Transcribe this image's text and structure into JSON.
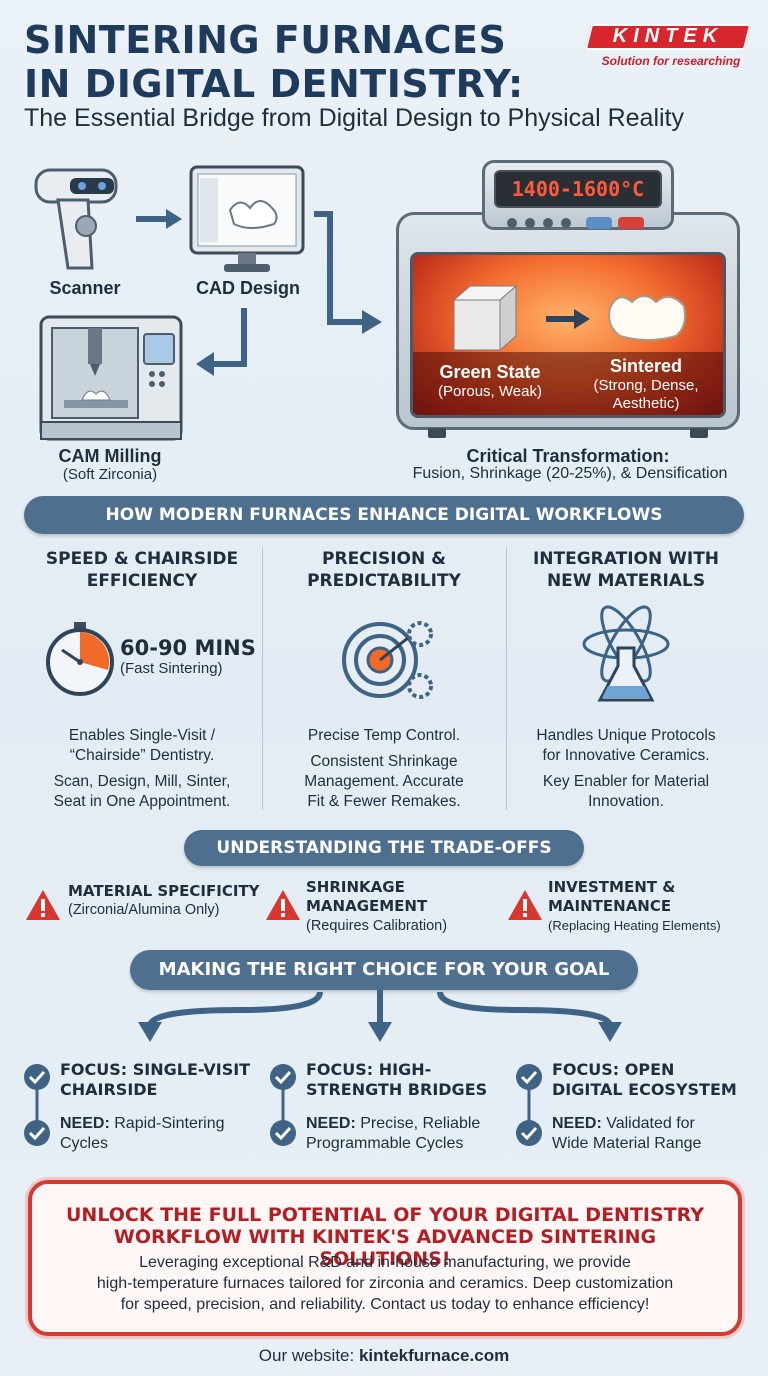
{
  "header": {
    "title_line1": "SINTERING FURNACES",
    "title_line2": "IN DIGITAL DENTISTRY:",
    "subtitle": "The Essential Bridge from Digital Design to Physical Reality",
    "logo": "KINTEK",
    "logo_tagline": "Solution for researching"
  },
  "workflow": {
    "scanner": "Scanner",
    "cad": "CAD Design",
    "cam": "CAM Milling",
    "cam_sub": "(Soft Zirconia)",
    "furnace_display": "1400-1600°C",
    "green_state": "Green State",
    "green_state_sub": "(Porous, Weak)",
    "sintered": "Sintered",
    "sintered_sub_1": "(Strong, Dense,",
    "sintered_sub_2": "Aesthetic)",
    "transform_title": "Critical Transformation:",
    "transform_text": "Fusion, Shrinkage (20-25%), & Densification"
  },
  "enhance": {
    "banner": "HOW MODERN FURNACES ENHANCE DIGITAL WORKFLOWS",
    "columns": [
      {
        "heading_1": "SPEED & CHAIRSIDE",
        "heading_2": "EFFICIENCY",
        "stat": "60-90 MINS",
        "stat_sub": "(Fast Sintering)",
        "text_1": "Enables Single-Visit /",
        "text_2": "“Chairside” Dentistry.",
        "text_3": "Scan, Design, Mill, Sinter,",
        "text_4": "Seat in One Appointment."
      },
      {
        "heading_1": "PRECISION &",
        "heading_2": "PREDICTABILITY",
        "text_1": "Precise Temp Control.",
        "text_2": "Consistent Shrinkage",
        "text_3": "Management. Accurate",
        "text_4": "Fit & Fewer Remakes."
      },
      {
        "heading_1": "INTEGRATION WITH",
        "heading_2": "NEW MATERIALS",
        "text_1": "Handles Unique Protocols",
        "text_2": "for Innovative Ceramics.",
        "text_3": "Key Enabler for Material",
        "text_4": "Innovation."
      }
    ]
  },
  "tradeoffs": {
    "banner": "UNDERSTANDING THE TRADE-OFFS",
    "items": [
      {
        "h1": "MATERIAL SPECIFICITY",
        "h2": "",
        "text": "(Zirconia/Alumina Only)"
      },
      {
        "h1": "SHRINKAGE",
        "h2": "MANAGEMENT",
        "text": "(Requires Calibration)"
      },
      {
        "h1": "INVESTMENT &",
        "h2": "MAINTENANCE",
        "text": "(Replacing Heating Elements)"
      }
    ]
  },
  "choice": {
    "banner": "MAKING THE RIGHT CHOICE FOR YOUR GOAL",
    "need_label": "NEED:",
    "items": [
      {
        "focus_1": "FOCUS: SINGLE-VISIT",
        "focus_2": "CHAIRSIDE",
        "need_1": "Rapid-Sintering",
        "need_2": "Cycles"
      },
      {
        "focus_1": "FOCUS: HIGH-",
        "focus_2": "STRENGTH BRIDGES",
        "need_1": "Precise, Reliable",
        "need_2": "Programmable Cycles"
      },
      {
        "focus_1": "FOCUS: OPEN",
        "focus_2": "DIGITAL ECOSYSTEM",
        "need_1": "Validated for",
        "need_2": "Wide Material Range"
      }
    ]
  },
  "cta": {
    "heading_1": "UNLOCK THE FULL POTENTIAL OF YOUR DIGITAL DENTISTRY",
    "heading_2": "WORKFLOW WITH KINTEK'S ADVANCED SINTERING SOLUTIONS!",
    "text_1": "Leveraging exceptional R&D and in-house manufacturing, we provide",
    "text_2": "high-temperature furnaces tailored for zirconia and ceramics. Deep customization",
    "text_3": "for speed, precision, and reliability. Contact us today to enhance efficiency!"
  },
  "footer": {
    "label": "Our website:",
    "url": "kintekfurnace.com"
  },
  "colors": {
    "primary": "#1f3b5c",
    "banner": "#4f6f8f",
    "brand_red": "#d8262e",
    "accent_orange": "#f36c2f"
  }
}
